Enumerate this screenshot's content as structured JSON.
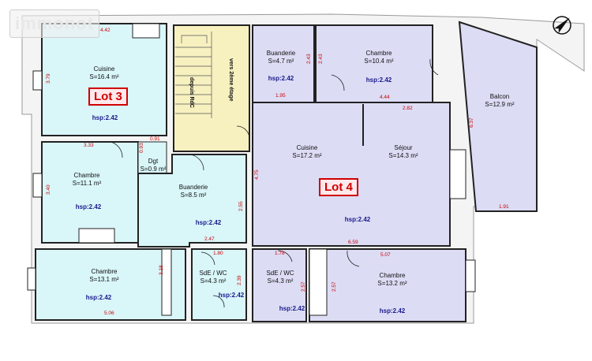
{
  "logo": {
    "part1": "immo",
    "part2": "not"
  },
  "lots": {
    "lot3": "Lot 3",
    "lot4": "Lot 4"
  },
  "stairs": {
    "from_ground": "depuis RdC",
    "to_second": "vers 2ème étage"
  },
  "rooms": {
    "cuisine3": {
      "name": "Cuisine",
      "area": "S=16.4 m²",
      "hsp": "hsp:2.42"
    },
    "chambre3a": {
      "name": "Chambre",
      "area": "S=11.1 m²",
      "hsp": "hsp:2.42"
    },
    "dgt": {
      "name": "Dgt",
      "area": "S=0.9 m²"
    },
    "buand3": {
      "name": "Buanderie",
      "area": "S=8.5 m²",
      "hsp": "hsp:2.42"
    },
    "chambre3b": {
      "name": "Chambre",
      "area": "S=13.1 m²",
      "hsp": "hsp:2.42"
    },
    "sde3": {
      "name": "SdE / WC",
      "area": "S=4.3 m²",
      "hsp": "hsp:2.42"
    },
    "buand4": {
      "name": "Buanderie",
      "area": "S=4.7 m²",
      "hsp": "hsp:2.42"
    },
    "chambre4a": {
      "name": "Chambre",
      "area": "S=10.4 m²",
      "hsp": "hsp:2.42"
    },
    "balcon": {
      "name": "Balcon",
      "area": "S=12.9 m²"
    },
    "cuisine4": {
      "name": "Cuisine",
      "area": "S=17.2 m²"
    },
    "sejour": {
      "name": "Séjour",
      "area": "S=14.3 m²"
    },
    "lot4hsp": {
      "hsp": "hsp:2.42"
    },
    "sde4": {
      "name": "SdE / WC",
      "area": "S=4.3 m²",
      "hsp": "hsp:2.42"
    },
    "chambre4b": {
      "name": "Chambre",
      "area": "S=13.2 m²",
      "hsp": "hsp:2.42"
    }
  },
  "dimensions": {
    "d442": "4.42",
    "d379": "3.79",
    "d333": "3.33",
    "d340": "3.40",
    "d093": "0.93",
    "d091": "0.91",
    "d255": "2.55",
    "d247": "2.47",
    "d180": "1.80",
    "d318": "3.18",
    "d506": "5.06",
    "d239": "2.39",
    "d243a": "2.43",
    "d243b": "2.43",
    "d195": "1.95",
    "d444": "4.44",
    "d282": "2.82",
    "d637": "6.37",
    "d191": "1.91",
    "d475": "4.75",
    "d178": "1.78",
    "d659": "6.59",
    "d507": "5.07",
    "d257a": "2.57",
    "d257b": "2.57"
  },
  "colors": {
    "lot3_fill": "#d9f6f9",
    "lot4_fill": "#dcdcf5",
    "stair_fill": "#f7f1c0",
    "wall": "#222222",
    "dimension_text": "#cc0000",
    "hsp_text": "#1a1a8c",
    "lot_label": "#d00000"
  },
  "icons": {
    "north_arrow": "compass-north-arrow-icon"
  }
}
